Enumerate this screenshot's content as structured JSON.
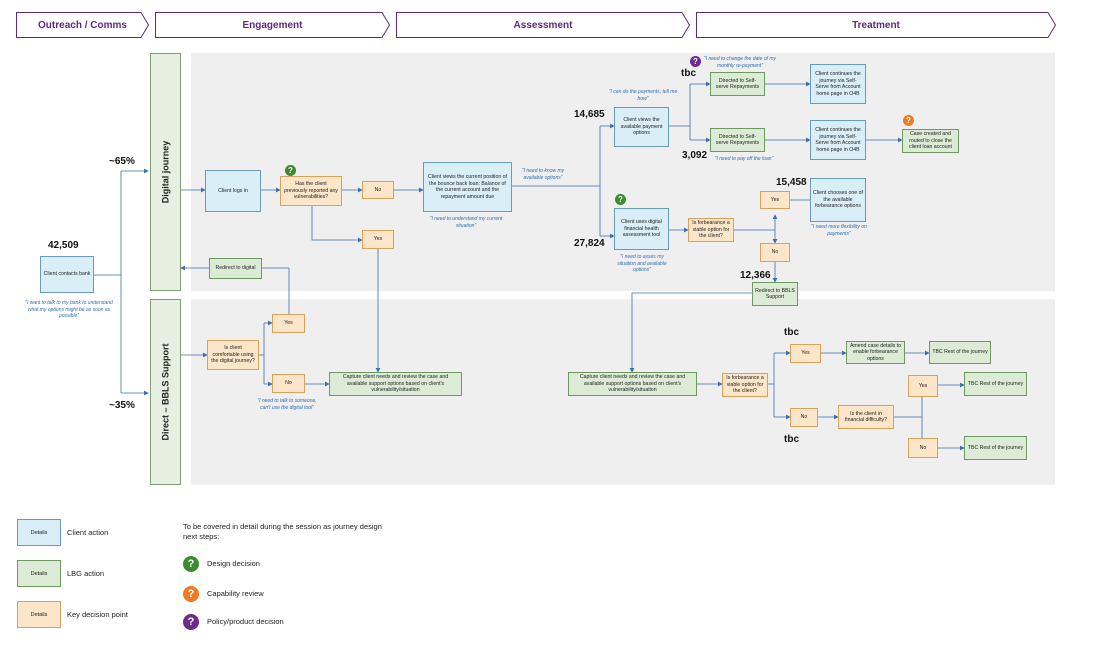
{
  "phases": [
    "Outreach / Comms",
    "Engagement",
    "Assessment",
    "Treatment"
  ],
  "lanes": {
    "digital": "Digital journey",
    "direct": "Direct – BBLS Support"
  },
  "shares": {
    "digital": "~65%",
    "direct": "~35%"
  },
  "counts": {
    "contacts": "42,509",
    "view_payments": "14,685",
    "self_serve_paid_off": "3,092",
    "assessment_tool": "27,824",
    "forbearance_options": "15,458",
    "redirect_bbls": "12,366"
  },
  "boxes": {
    "client_contacts_bank": "Client contacts bank",
    "client_logs_in": "Client logs in",
    "previously_reported": "Has the client previously reported any vulnerabilities?",
    "no_1": "No",
    "yes_1": "Yes",
    "client_views_position": "Client views the current position of the bounce back loan: Balance of the current account and the repayment amount due",
    "client_views_payment_options": "Client views the available payment options",
    "directed_self_serve_1": "Directed to Self-serve Repayments",
    "directed_self_serve_2": "Directed to Self-serve Repayments",
    "continues_self_serve_1": "Client continues the journey via Self-Serve from Account home page in O4B",
    "continues_self_serve_2": "Client continues the journey via Self-Serve from Account home page in O4B",
    "case_created": "Case created and routed to close the client loan account",
    "health_tool": "Client uses digital financial health assessment tool",
    "forbearance_viable_1": "Is forbearance a viable option for the client?",
    "yes_2": "Yes",
    "no_2": "No",
    "chooses_forbearance": "Client chooses one of the available forbearance options",
    "redirect_bbls": "Redirect to BBLS Support",
    "redirect_digital": "Redirect to digital",
    "comfortable_digital": "Is client comfortable using the digital journey?",
    "yes_3": "Yes",
    "no_3": "No",
    "capture_1": "Capture client needs and review the case and available support options based on client's vulnerability/situation",
    "capture_2": "Capture client needs and review the case and available support options based on client's vulnerability/situation",
    "forbearance_viable_2": "Is forbearance a viable option for the client?",
    "yes_4": "Yes",
    "no_4": "No",
    "amend_case": "Amend case details to enable forbearance options",
    "tbc_1": "TBC Rest of the journey",
    "financial_difficulty": "Is the client in financial difficulty?",
    "yes_5": "Yes",
    "no_5": "No",
    "tbc_2": "TBC Rest of the journey",
    "tbc_3": "TBC Rest of the journey"
  },
  "tbc_labels": {
    "top": "tbc",
    "mid": "tbc",
    "bottom": "tbc"
  },
  "quotes": {
    "talk_to_bank": "\"I want to talk to my bank to understand what my options might be as soon as possible\"",
    "understand_situation": "\"I need to understand my current situation\"",
    "know_options": "\"I need to know my available options\"",
    "can_do_payments": "\"I can do the payments, tell me how\"",
    "change_date": "\"I need to change the date of my monthly re-payment\"",
    "pay_off": "\"I need to pay off the loan\"",
    "flexibility": "\"I need more flexibility on payments\"",
    "assess_situation": "\"I need to asses my situation and available options\"",
    "talk_to_someone": "\"I need to talk to someone, can't use the digital tool\""
  },
  "legend": {
    "box_label": "Details",
    "client_action": "Client action",
    "lbg_action": "LBG action",
    "key_decision": "Key decision point",
    "intro": "To be covered in detail during the session as journey design next steps:",
    "design_decision": "Design decision",
    "capability_review": "Capability review",
    "policy_decision": "Policy/product decision"
  },
  "colors": {
    "phase_text": "#5b2a86",
    "arrow": "#3f6fb0",
    "client": "#daeef8",
    "lbg": "#dcebd5",
    "decision": "#fde5c9",
    "design": "#3d8b2f",
    "capability": "#f07a21",
    "policy": "#6b2c91"
  }
}
